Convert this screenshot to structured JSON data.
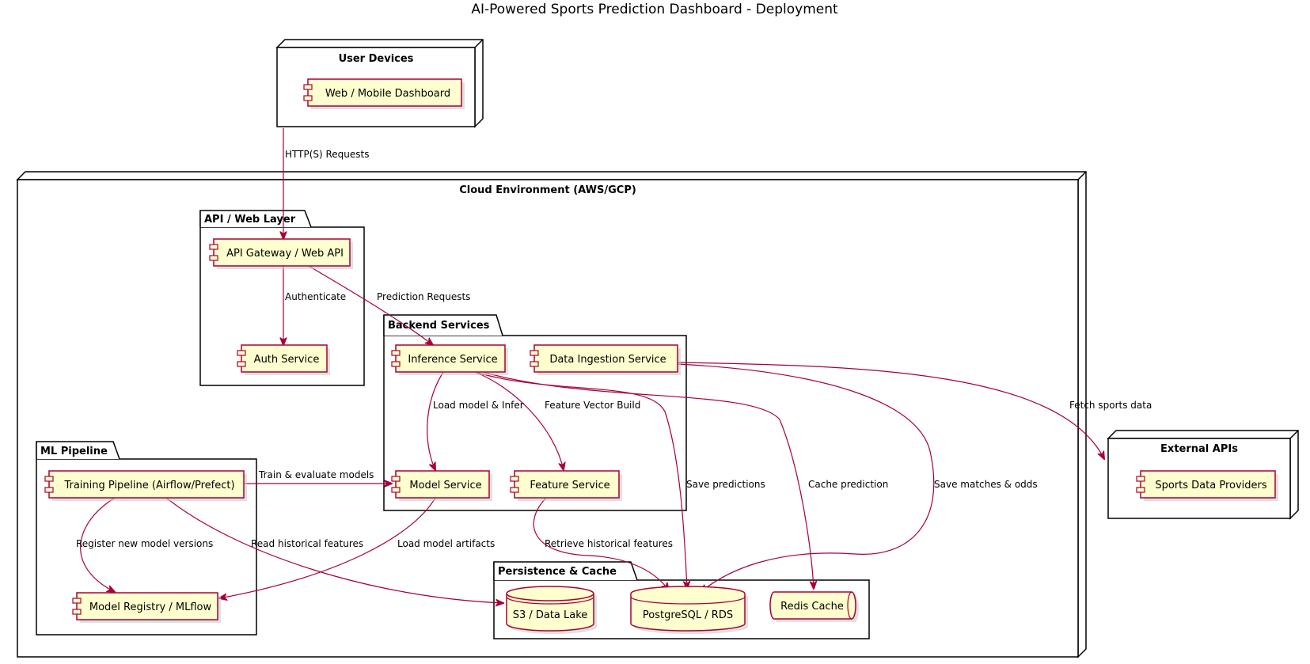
{
  "title": "AI-Powered Sports Prediction Dashboard - Deployment",
  "nodes": {
    "user_devices": "User Devices",
    "cloud": "Cloud Environment (AWS/GCP)",
    "external_apis": "External APIs"
  },
  "packages": {
    "api_layer": "API / Web Layer",
    "backend": "Backend Services",
    "ml_pipeline": "ML Pipeline",
    "persistence": "Persistence & Cache"
  },
  "components": {
    "dashboard": "Web / Mobile Dashboard",
    "api_gateway": "API Gateway / Web API",
    "auth": "Auth Service",
    "inference": "Inference Service",
    "ingestion": "Data Ingestion Service",
    "model_service": "Model Service",
    "feature_service": "Feature Service",
    "training": "Training Pipeline (Airflow/Prefect)",
    "registry": "Model Registry / MLflow",
    "sports_providers": "Sports Data Providers"
  },
  "stores": {
    "s3": "S3 / Data Lake",
    "postgres": "PostgreSQL / RDS",
    "redis": "Redis Cache"
  },
  "edges": {
    "http": "HTTP(S) Requests",
    "authenticate": "Authenticate",
    "prediction_requests": "Prediction Requests",
    "load_model": "Load model & Infer",
    "feature_vector": "Feature Vector Build",
    "fetch_sports": "Fetch sports data",
    "train_eval": "Train & evaluate models",
    "save_predictions": "Save predictions",
    "cache_prediction": "Cache prediction",
    "save_matches": "Save matches & odds",
    "register_versions": "Register new model versions",
    "read_historical": "Read historical features",
    "load_artifacts": "Load model artifacts",
    "retrieve_historical": "Retrieve historical features"
  },
  "colors": {
    "component_fill": "#FEFECE",
    "component_border": "#A80036",
    "edge": "#A80036"
  }
}
